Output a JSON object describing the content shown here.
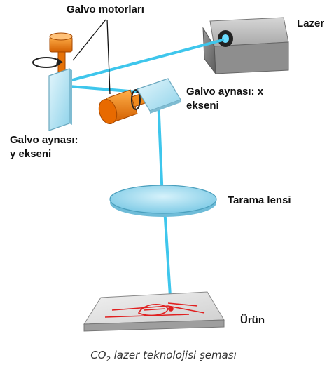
{
  "labels": {
    "galvo_motors": "Galvo motorları",
    "laser": "Lazer",
    "mirror_x_line1": "Galvo aynası: x",
    "mirror_x_line2": "ekseni",
    "mirror_y_line1": "Galvo aynası:",
    "mirror_y_line2": "y ekseni",
    "scan_lens": "Tarama lensi",
    "product": "Ürün"
  },
  "caption": {
    "prefix": "CO",
    "subscript": "2",
    "suffix": " lazer teknolojisi şeması"
  },
  "colors": {
    "beam": "#3ec6ec",
    "lens": "#a9e2f3",
    "motor": "#f07a12",
    "mirror": "#b9e4f2",
    "laser_body": "#8a8a8a",
    "product_marking": "#e02020"
  }
}
